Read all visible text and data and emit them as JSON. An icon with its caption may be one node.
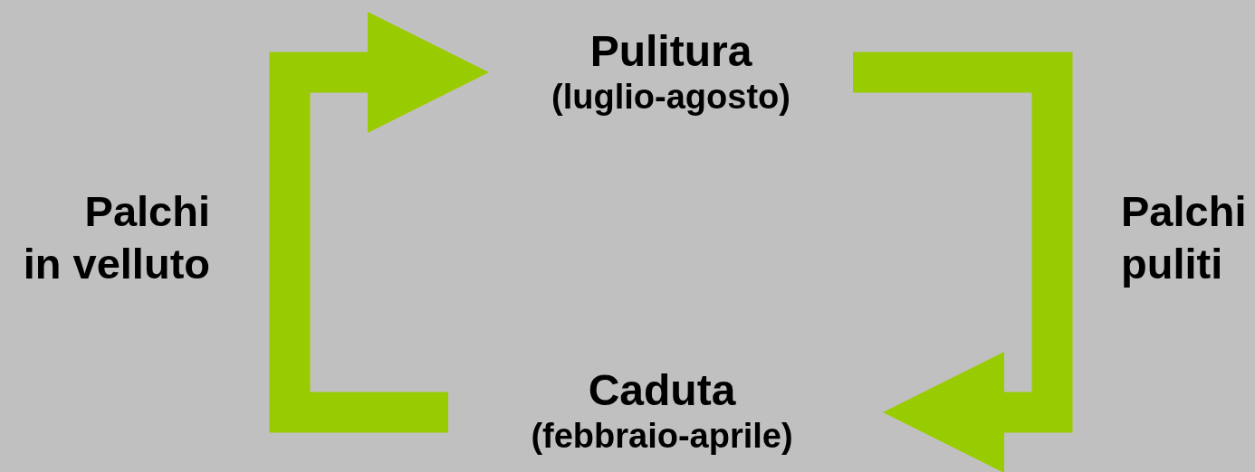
{
  "diagram": {
    "nodes": [
      {
        "text": [
          "Pulitura",
          "(luglio-agosto)"
        ]
      },
      {
        "text": [
          "Caduta",
          "(febbraio-aprile)"
        ]
      }
    ],
    "edges": [
      {
        "from": 1,
        "to": 0,
        "arrow": "to",
        "label": "Palchi in velluto"
      },
      {
        "from": 0,
        "to": 1,
        "arrow": "to",
        "label": "Palchi puliti"
      }
    ]
  }
}
